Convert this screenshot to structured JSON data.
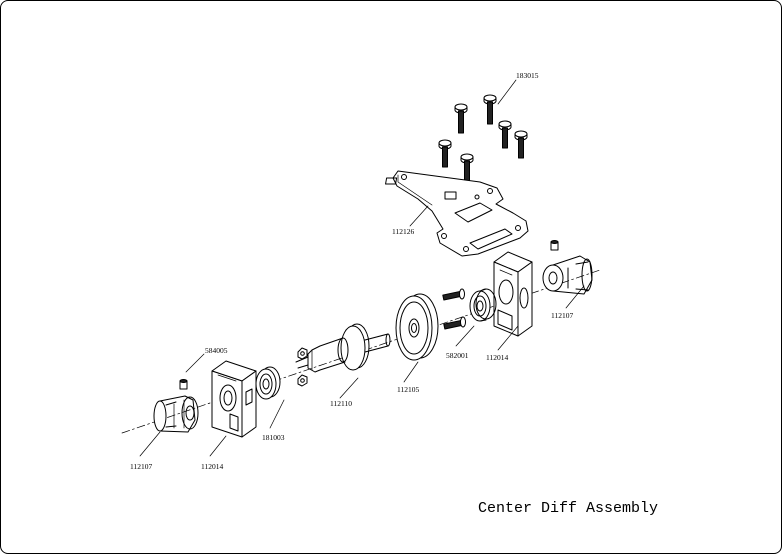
{
  "title": "Center Diff Assembly",
  "parts": {
    "screws_top": "183015",
    "top_plate": "112126",
    "outdrive_right": "112107",
    "mount_right": "112014",
    "spur_gear": "112105",
    "screws_small": "582001",
    "diff_shaft": "112110",
    "bearing": "181003",
    "set_screw": "584005",
    "mount_left": "112014",
    "outdrive_left": "112107"
  }
}
